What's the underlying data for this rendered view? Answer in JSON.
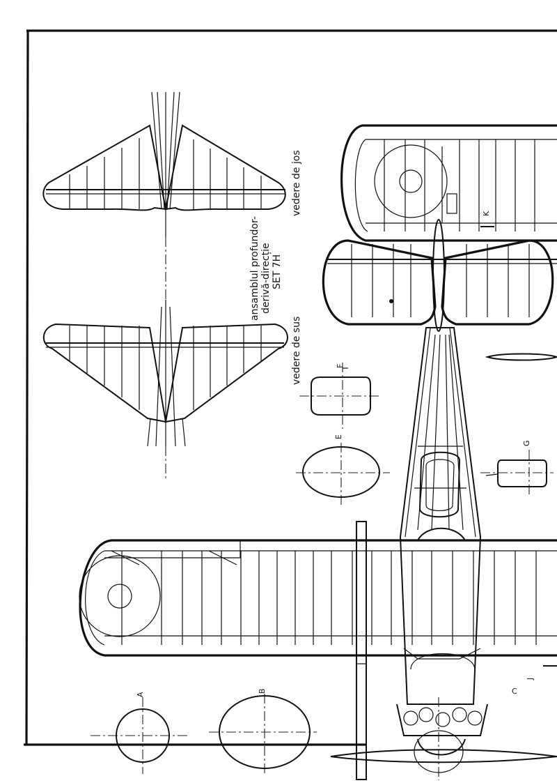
{
  "labels": {
    "tail_title": [
      "ansamblul profundor-",
      "derivă-direcție",
      "SET 7H"
    ],
    "view_bottom": "vedere de jos",
    "view_top": "vedere de sus"
  },
  "sections": [
    "A",
    "B",
    "C",
    "E",
    "F",
    "G",
    "J",
    "K"
  ]
}
